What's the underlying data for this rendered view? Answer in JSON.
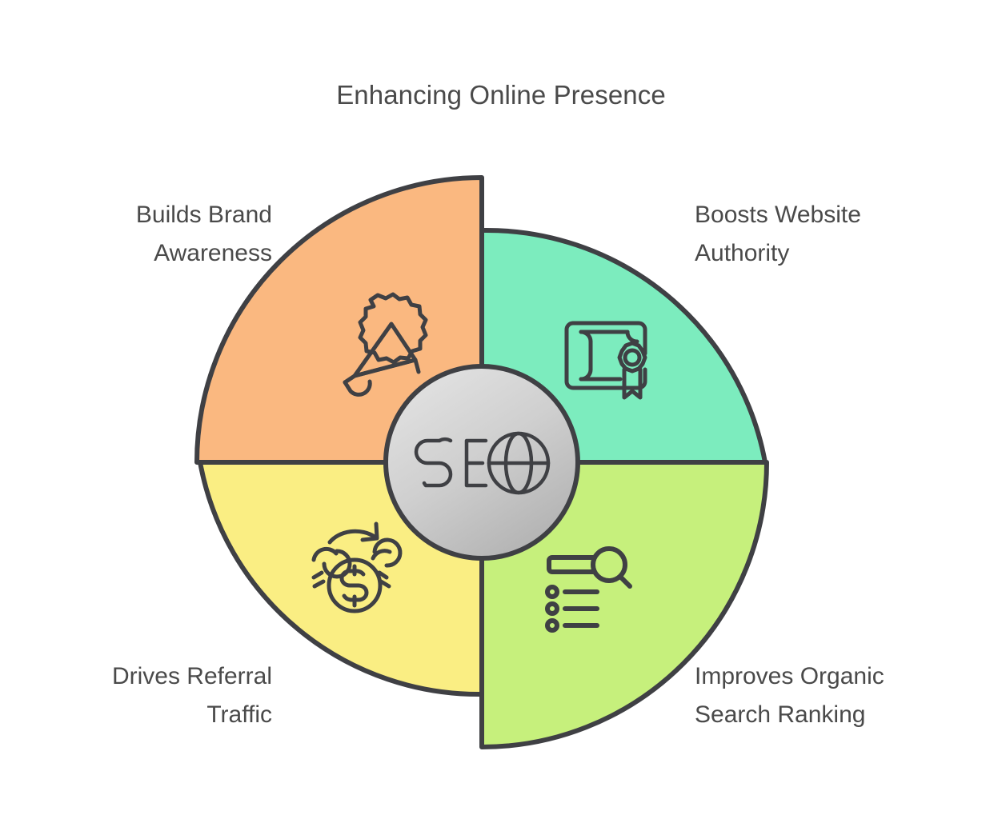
{
  "title": "Enhancing Online Presence",
  "center": {
    "label": "SEO",
    "text_part": "SE",
    "icon": "globe-icon",
    "fill_light": "#e2e2e2",
    "fill_dark": "#b9b9b9",
    "stroke": "#3f4044"
  },
  "palette": {
    "orange": "#FAB880",
    "mint": "#7CECBE",
    "yellow": "#FAEE83",
    "lime": "#C6F07C",
    "outline": "#3f4044",
    "text": "#4a4a4a",
    "background": "#ffffff"
  },
  "segments": [
    {
      "id": "builds-brand-awareness",
      "label": "Builds Brand\nAwareness",
      "position": "top-left",
      "color": "#FAB880",
      "icon": "megaphone-badge-icon"
    },
    {
      "id": "boosts-website-authority",
      "label": "Boosts Website\nAuthority",
      "position": "top-right",
      "color": "#7CECBE",
      "icon": "certificate-award-icon"
    },
    {
      "id": "drives-referral-traffic",
      "label": "Drives Referral\nTraffic",
      "position": "bottom-left",
      "color": "#FAEE83",
      "icon": "referral-money-icon"
    },
    {
      "id": "improves-organic-search-ranking",
      "label": "Improves Organic\nSearch Ranking",
      "position": "bottom-right",
      "color": "#C6F07C",
      "icon": "search-results-list-icon"
    }
  ],
  "chart_data": {
    "type": "pie",
    "title": "Enhancing Online Presence",
    "categories": [
      "Builds Brand Awareness",
      "Boosts Website Authority",
      "Improves Organic Search Ranking",
      "Drives Referral Traffic"
    ],
    "values": [
      25,
      25,
      25,
      25
    ],
    "colors": [
      "#FAB880",
      "#7CECBE",
      "#C6F07C",
      "#FAEE83"
    ],
    "center_label": "SEO",
    "legend": "none",
    "notes": "Four equal quarter-disc petals arranged as an offset pinwheel around a central SEO hub; each petal carries an outline icon."
  }
}
